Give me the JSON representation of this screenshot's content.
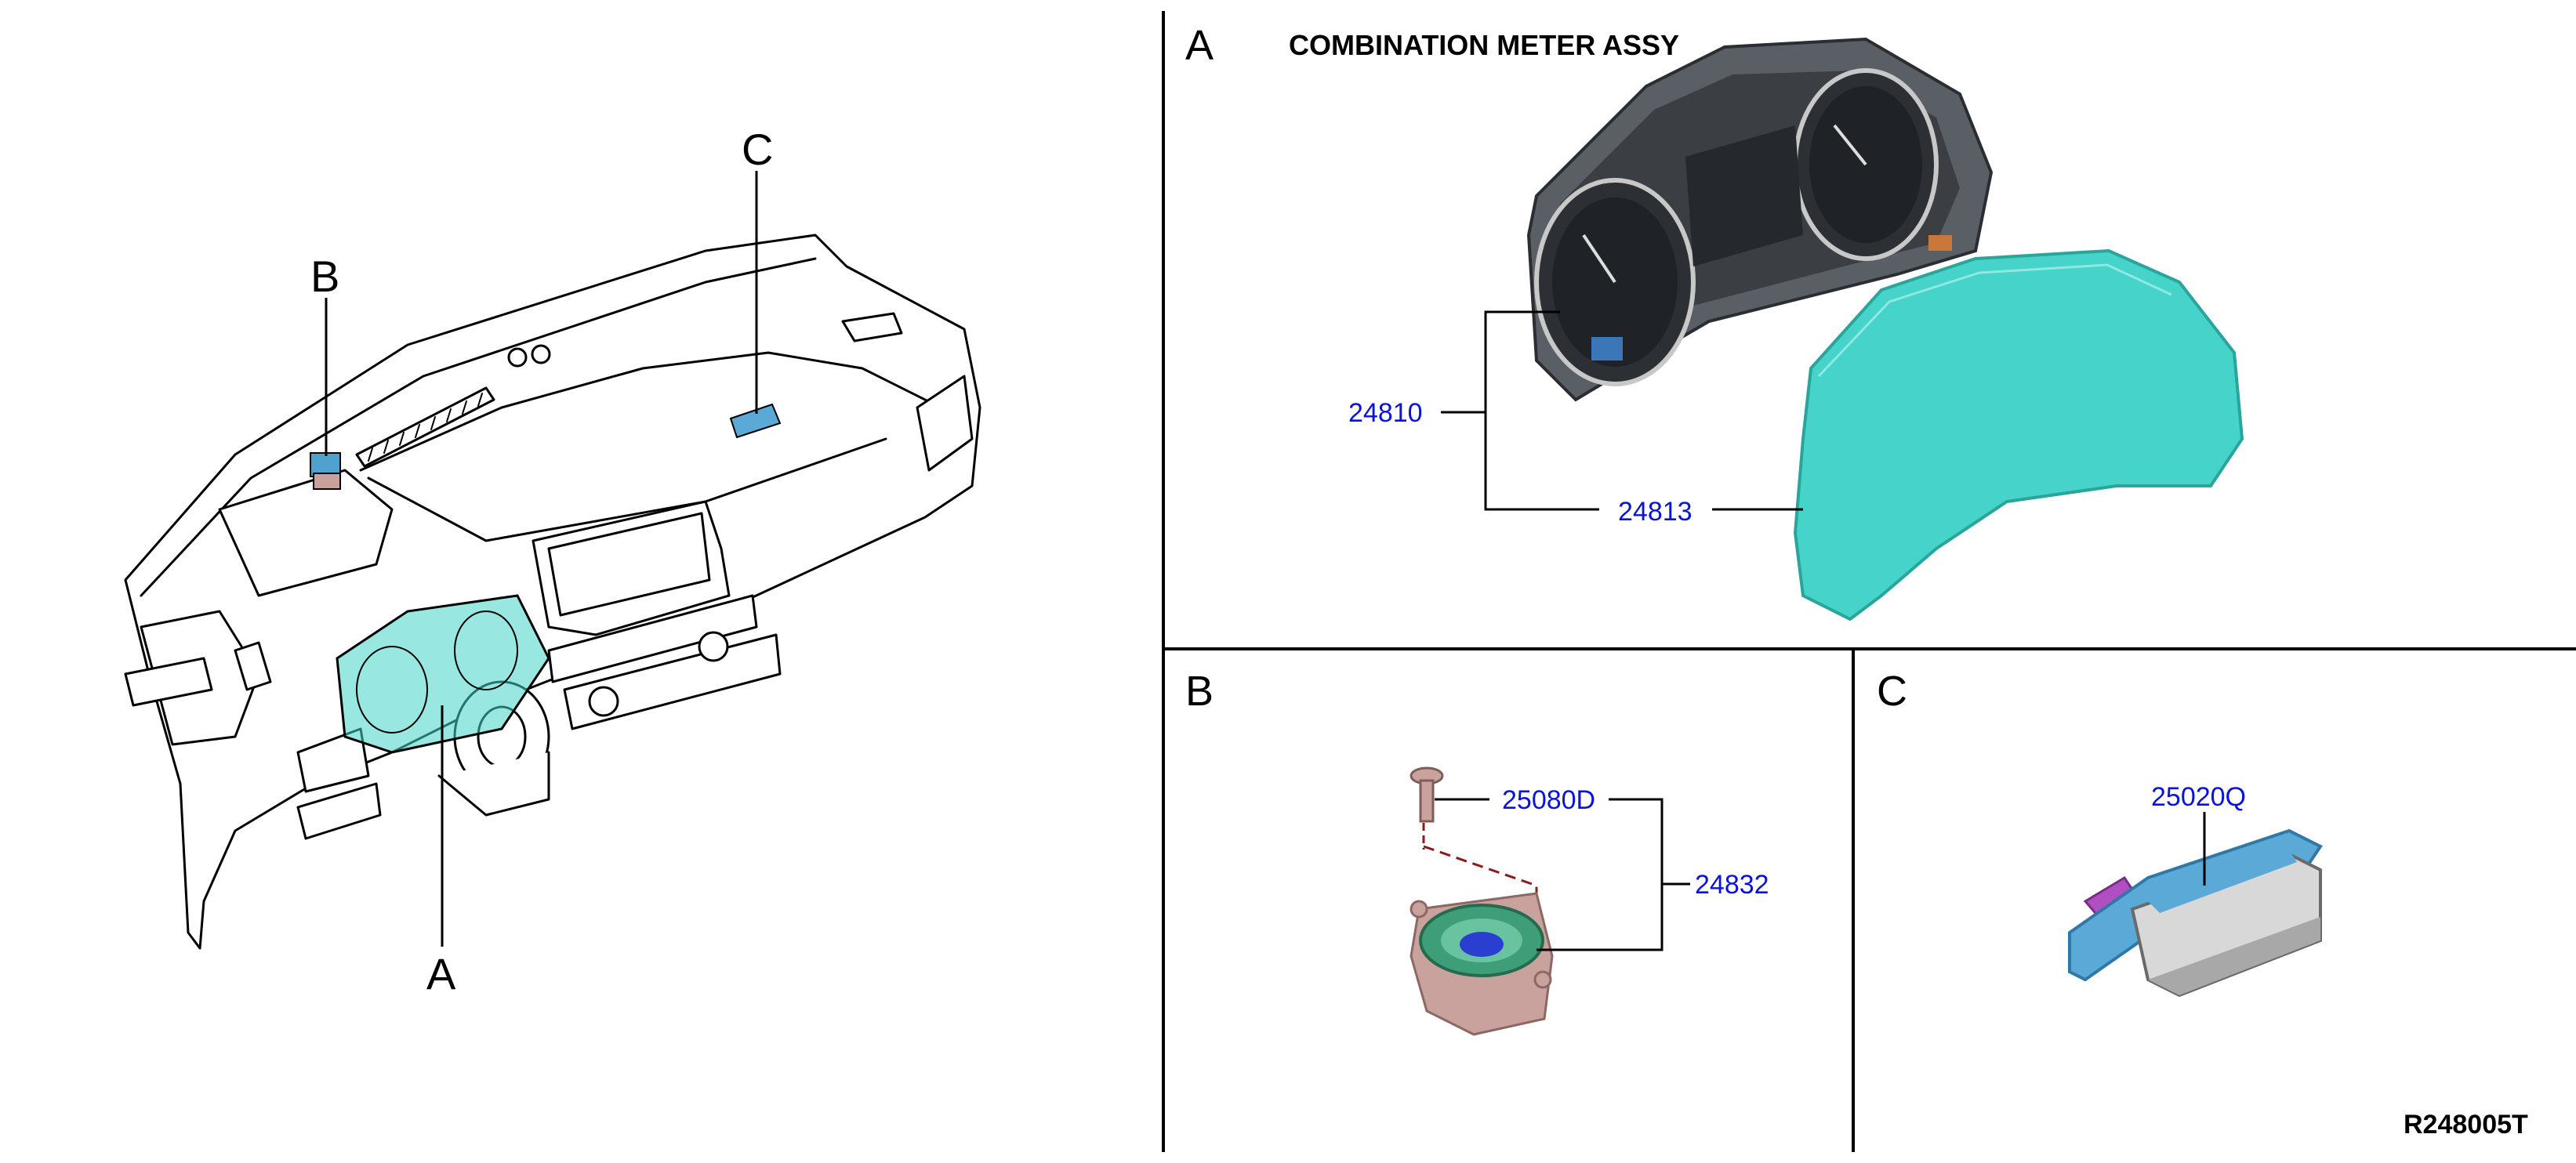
{
  "overview": {
    "label_a": "A",
    "label_b": "B",
    "label_c": "C"
  },
  "panel_a": {
    "letter": "A",
    "title": "COMBINATION METER ASSY",
    "callouts": [
      "24810",
      "24813"
    ]
  },
  "panel_b": {
    "letter": "B",
    "callouts": [
      "25080D",
      "24832"
    ]
  },
  "panel_c": {
    "letter": "C",
    "callouts": [
      "25020Q"
    ]
  },
  "figure_code": "R248005T",
  "colors": {
    "callout": "#0a14d8",
    "cluster_body": "#5a5f66",
    "lens": "#46d3c9",
    "bracket": "#c9a29e",
    "ring": "#3e9e78",
    "connector": "#5aa9d6",
    "connector_tab": "#b04fc2"
  }
}
